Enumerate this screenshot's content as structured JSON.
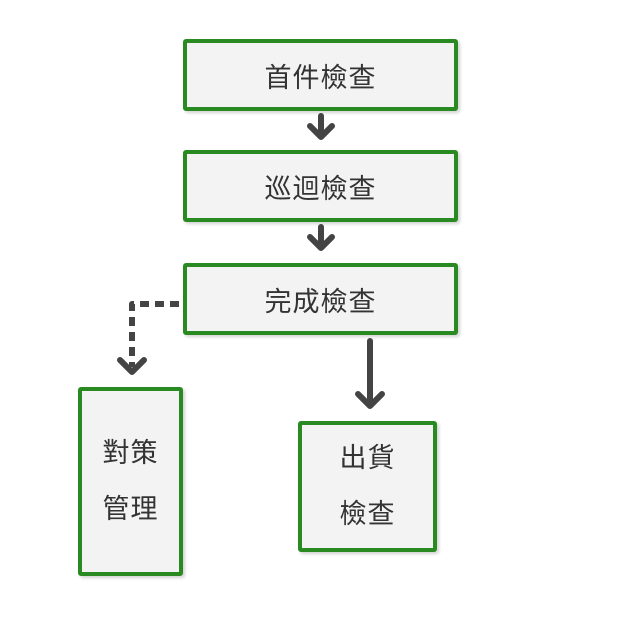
{
  "nodes": {
    "first_inspection": "首件檢查",
    "patrol_inspection": "巡迴檢查",
    "final_inspection": "完成檢查",
    "countermeasure": [
      "對策",
      "管理"
    ],
    "shipment_inspection": [
      "出貨",
      "檢查"
    ]
  },
  "colors": {
    "node_border": "#2a8a22",
    "node_fill": "#f3f3f3",
    "arrow": "#444444",
    "text": "#333333"
  }
}
